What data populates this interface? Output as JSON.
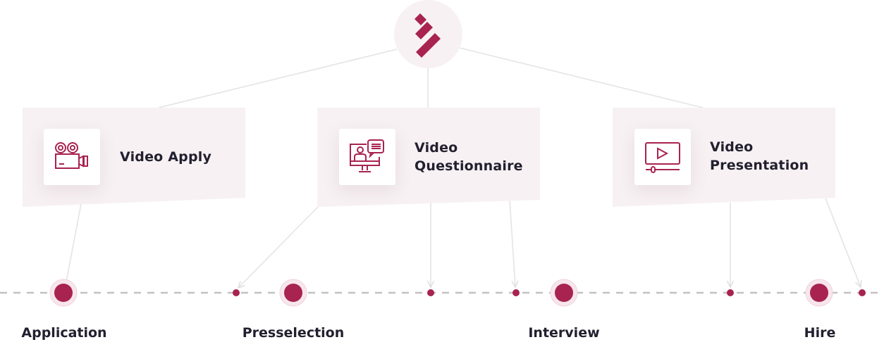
{
  "colors": {
    "accent": "#a8234f",
    "card_bg": "#f7f1f3",
    "text": "#22202f",
    "line": "#e6e3e5",
    "timeline": "#c4c0c3"
  },
  "logo": {
    "icon": "brand-chevron-logo"
  },
  "cards": [
    {
      "title_line1": "Video Apply",
      "title_line2": "",
      "icon": "video-camera-icon"
    },
    {
      "title_line1": "Video",
      "title_line2": "Questionnaire",
      "icon": "monitor-chat-icon"
    },
    {
      "title_line1": "Video",
      "title_line2": "Presentation",
      "icon": "video-player-icon"
    }
  ],
  "timeline": {
    "stages": [
      "Application",
      "Presselection",
      "Interview",
      "Hire"
    ]
  }
}
